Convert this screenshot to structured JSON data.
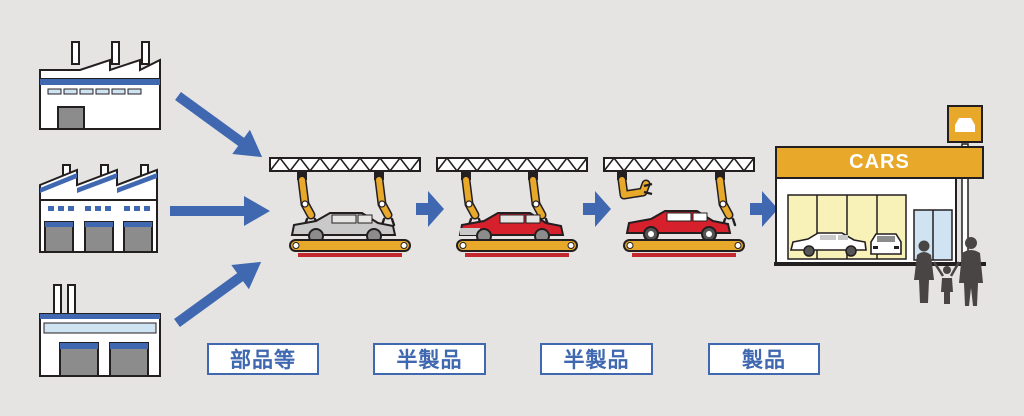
{
  "labels": {
    "parts": "部品等",
    "semi_product_1": "半製品",
    "semi_product_2": "半製品",
    "product": "製品"
  },
  "showroom": {
    "sign": "CARS"
  },
  "colors": {
    "background": "#e6e4e3",
    "flow_arrow": "#3f68b0",
    "label_border": "#3f68b0",
    "robot_arm": "#e8a82a",
    "sign_banner": "#e8a82a",
    "car_red": "#d6202b",
    "car_gray": "#b9b9b9"
  },
  "icons": [
    "factory-icon",
    "robot-arm-icon",
    "conveyor-belt-icon",
    "car-icon",
    "showroom-icon",
    "family-icon"
  ]
}
